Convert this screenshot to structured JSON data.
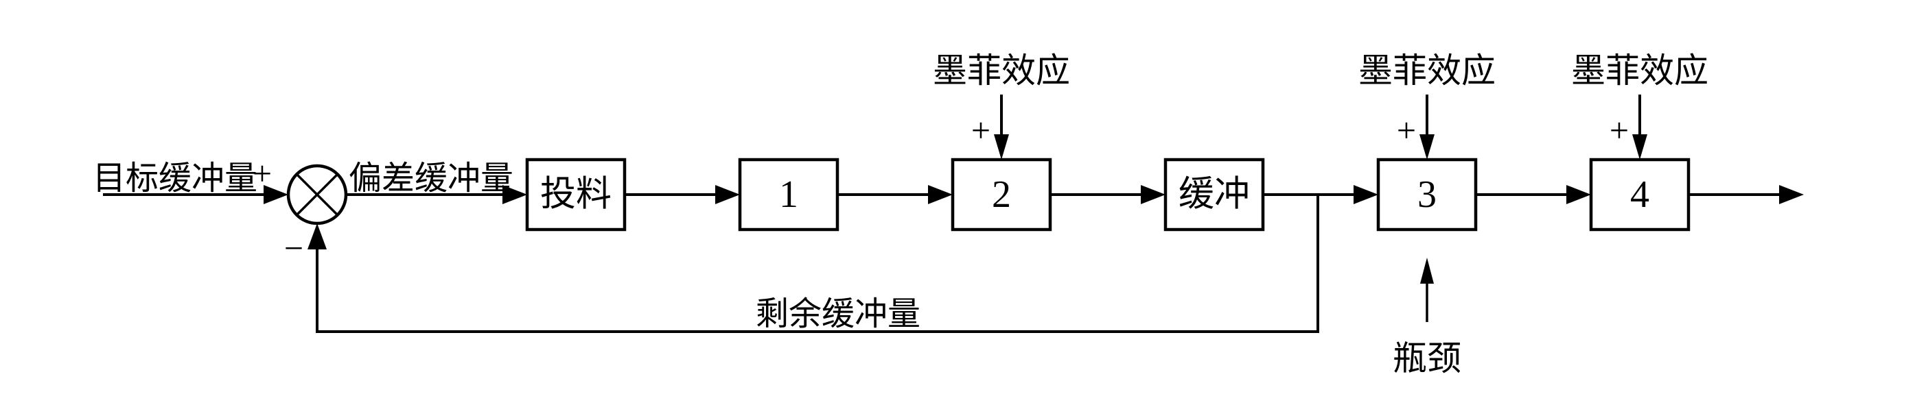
{
  "diagram": {
    "background_color": "#ffffff",
    "ink_color": "#000000",
    "signals": {
      "input_label": "目标缓冲量",
      "input_sign": "+",
      "error_label": "偏差缓冲量",
      "feedback_label": "剩余缓冲量",
      "feedback_sign": "−"
    },
    "blocks": [
      {
        "label": "投料"
      },
      {
        "label": "1"
      },
      {
        "label": "2"
      },
      {
        "label": "缓冲"
      },
      {
        "label": "3"
      },
      {
        "label": "4"
      }
    ],
    "disturbances": [
      {
        "label": "墨菲效应",
        "sign": "+"
      },
      {
        "label": "墨菲效应",
        "sign": "+"
      },
      {
        "label": "墨菲效应",
        "sign": "+"
      }
    ],
    "bottleneck_label": "瓶颈"
  }
}
